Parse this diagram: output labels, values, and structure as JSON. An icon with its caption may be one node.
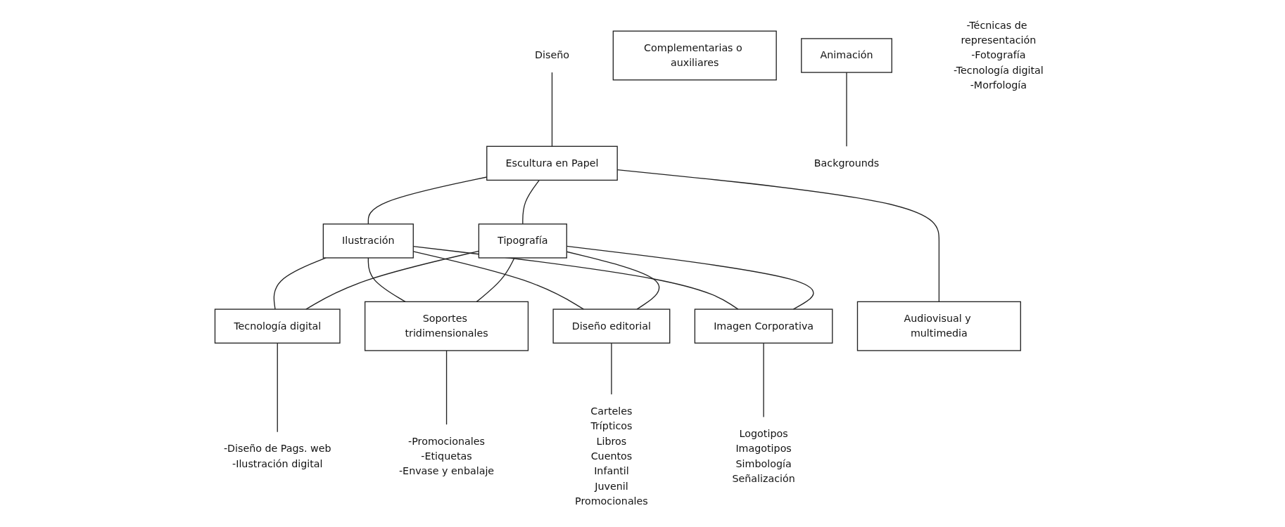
{
  "diagram": {
    "nodes": [
      {
        "text": [
          "Diseño"
        ]
      },
      {
        "text": [
          "Escultura en Papel"
        ]
      },
      {
        "text": [
          "Ilustración"
        ]
      },
      {
        "text": [
          "Tipografía"
        ]
      },
      {
        "text": [
          "Audiovisual y multimedia"
        ]
      },
      {
        "text": [
          "Complementarias o auxiliares"
        ]
      },
      {
        "text": [
          "Tecnología digital"
        ]
      },
      {
        "text": [
          "Soportes tridimensionales"
        ]
      },
      {
        "text": [
          "Diseño editorial"
        ]
      },
      {
        "text": [
          "Imagen Corporativa"
        ]
      },
      {
        "text": [
          "Animación"
        ]
      },
      {
        "text": [
          "-Diseño de Pags. web",
          "-Ilustración digital"
        ]
      },
      {
        "text": [
          "-Promocionales",
          "-Etiquetas",
          "-Envase y enbalaje"
        ]
      },
      {
        "text": [
          "Carteles",
          "Trípticos",
          "Libros",
          "Cuentos",
          "Infantil",
          "Juvenil",
          "Promocionales"
        ]
      },
      {
        "text": [
          "Logotipos",
          "Imagotipos",
          "Simbología",
          "Señalización"
        ]
      },
      {
        "text": [
          "Backgrounds"
        ]
      },
      {
        "text": [
          "-Técnicas de representación",
          "-Fotografía",
          "-Tecnología digital",
          "-Morfología"
        ]
      }
    ],
    "edges": [
      {
        "from": 0,
        "to": 1,
        "arrow": "none"
      },
      {
        "from": 1,
        "to": 2,
        "arrow": "none"
      },
      {
        "from": 1,
        "to": 3,
        "arrow": "none"
      },
      {
        "from": 1,
        "to": 4,
        "arrow": "none"
      },
      {
        "from": 2,
        "to": 6,
        "arrow": "none"
      },
      {
        "from": 3,
        "to": 6,
        "arrow": "none"
      },
      {
        "from": 2,
        "to": 7,
        "arrow": "none"
      },
      {
        "from": 3,
        "to": 7,
        "arrow": "none"
      },
      {
        "from": 2,
        "to": 8,
        "arrow": "none"
      },
      {
        "from": 3,
        "to": 8,
        "arrow": "none"
      },
      {
        "from": 2,
        "to": 9,
        "arrow": "none"
      },
      {
        "from": 3,
        "to": 9,
        "arrow": "none"
      },
      {
        "from": 6,
        "to": 11,
        "arrow": "none"
      },
      {
        "from": 7,
        "to": 12,
        "arrow": "none"
      },
      {
        "from": 8,
        "to": 13,
        "arrow": "none"
      },
      {
        "from": 9,
        "to": 14,
        "arrow": "none"
      },
      {
        "from": 10,
        "to": 15,
        "arrow": "none"
      }
    ]
  }
}
